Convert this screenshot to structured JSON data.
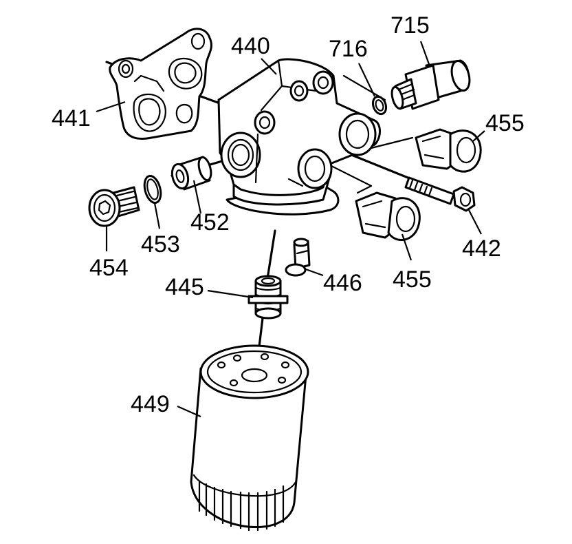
{
  "diagram": {
    "callouts": [
      {
        "id": "441",
        "text": "441"
      },
      {
        "id": "440",
        "text": "440"
      },
      {
        "id": "716",
        "text": "716"
      },
      {
        "id": "715",
        "text": "715"
      },
      {
        "id": "455a",
        "text": "455"
      },
      {
        "id": "452",
        "text": "452"
      },
      {
        "id": "453",
        "text": "453"
      },
      {
        "id": "454",
        "text": "454"
      },
      {
        "id": "442",
        "text": "442"
      },
      {
        "id": "455b",
        "text": "455"
      },
      {
        "id": "445",
        "text": "445"
      },
      {
        "id": "446",
        "text": "446"
      },
      {
        "id": "449",
        "text": "449"
      }
    ]
  }
}
